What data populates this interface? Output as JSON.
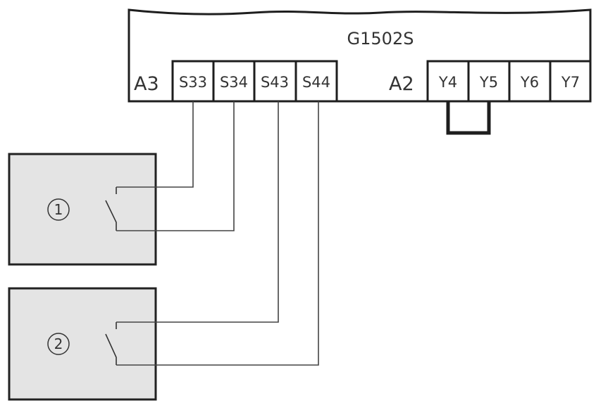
{
  "controller": {
    "model": "G1502S",
    "group_a3": {
      "label": "A3",
      "terminals": [
        "S33",
        "S34",
        "S43",
        "S44"
      ]
    },
    "group_a2": {
      "label": "A2",
      "terminals": [
        "Y4",
        "Y5",
        "Y6",
        "Y7"
      ]
    }
  },
  "devices": [
    {
      "number": "1"
    },
    {
      "number": "2"
    }
  ],
  "colors": {
    "outline": "#1e1e1e",
    "device_fill": "#e4e4e4",
    "text": "#333333"
  }
}
